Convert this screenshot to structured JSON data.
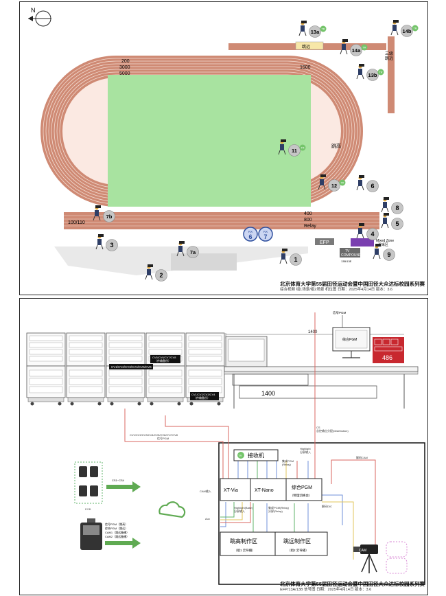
{
  "top": {
    "north": "N",
    "track_labels": {
      "d200": "200",
      "d3000": "3000",
      "d5000": "5000",
      "d1500": "1500",
      "d400": "400",
      "d800": "800",
      "relay": "Relay",
      "hurdles": "100/110",
      "high_jump": "跳高",
      "long_jump_a": "跳远",
      "triple_jump": "三级\n跳远",
      "mixed_zone": "Mixed Zone\n混采区",
      "efp": "EFP",
      "tv_compound": "TV\nCOMPOUND",
      "tv_sub": "13B/13E"
    },
    "positions": [
      {
        "id": "p13a",
        "label": "13a",
        "tag": "TR"
      },
      {
        "id": "p14a",
        "label": "14a",
        "tag": "TR"
      },
      {
        "id": "p14b",
        "label": "14b",
        "tag": "TR"
      },
      {
        "id": "p13b",
        "label": "13b",
        "tag": "TR"
      },
      {
        "id": "p11",
        "label": "11",
        "tag": "TR"
      },
      {
        "id": "p12",
        "label": "12",
        "tag": "TR"
      },
      {
        "id": "p6",
        "label": "6",
        "tag": ""
      },
      {
        "id": "p8",
        "label": "8",
        "tag": ""
      },
      {
        "id": "p5",
        "label": "5",
        "tag": ""
      },
      {
        "id": "p4",
        "label": "4",
        "tag": ""
      },
      {
        "id": "p7b",
        "label": "7b",
        "tag": ""
      },
      {
        "id": "p3",
        "label": "3",
        "tag": ""
      },
      {
        "id": "p7a",
        "label": "7a",
        "tag": ""
      },
      {
        "id": "p2",
        "label": "2",
        "tag": ""
      },
      {
        "id": "p1",
        "label": "1",
        "tag": ""
      },
      {
        "id": "p9",
        "label": "9",
        "tag": ""
      }
    ],
    "rx": [
      {
        "id": "rx6",
        "top": "RX",
        "num": "6"
      },
      {
        "id": "rx7",
        "top": "RX",
        "num": "7"
      }
    ],
    "title": "北京体育大学第55届田径运动会暨中国田径大众达标校园系列赛",
    "subtitle": "综合视频 组1场景/组2场景 机位图   日期：2025年4月14日   版本：3.6"
  },
  "bottom": {
    "rack_labels": {
      "cam_ccu": "CV1/CV2/CV3/CV4/CV5/CV6",
      "rack_mid": "CV5/CV6/CV7/CV8\n（传输备份）",
      "rack_bot": "CV1/CV2/CV3/CV4\n（传输备份）"
    },
    "desk_width": "1400",
    "desk_top_width": "1400",
    "right_width": "486",
    "monitor_label": "综合PGM",
    "monitor_top_label": "信号PGM",
    "lines": {
      "sig_pgm": "信号PGM",
      "cams": "CV1/CV2/CV3/CV4/CV5/CV6/CV7/CV8",
      "dist": "CS\n总控输出分配(Distribution)",
      "ret_cam": "解码CAM",
      "highlight": "Highlight\n分屏输入",
      "multi_pgm": "集成PGM\n(Relay)",
      "ret_hd": "解码DIC",
      "highlight_base": "Highlight(Base)\n分屏输入",
      "multi_relay": "集成PGM(Relay)\n分屏(Relay)",
      "cam_in": "CAM输入",
      "aux": "Aux"
    },
    "nodes": {
      "receiver": "接收机",
      "receiver_tag": "TR",
      "xtvia": "XT-Via",
      "xtnano": "XT-Nano",
      "pgm": "综合PGM",
      "pgm_sub": "（物理切换台）",
      "hj_zone": "跳高制作区",
      "hj_sub": "（组1 云导播）",
      "lj_zone": "跳远制作区",
      "lj_sub": "（组2 云导播）",
      "cam": "CAM"
    },
    "devices": {
      "pack_label": "CS1~CS4",
      "pack_sub": "EGB",
      "encoder_lines": "信号PGM（跳高）\n综合PGM（跳远）\nCAM1（跳远备播）\nCAM2（跳远备播）"
    },
    "title": "北京体育大学第55届田径运动会暨中国田径大众达标校园系列赛",
    "subtitle": "EFP/13A/13B 信号图   日期：2025年4月14日   版本：3.6"
  },
  "colors": {
    "track": "#cf8a74",
    "track_line": "#f3ddd3",
    "field": "#a8e3a0",
    "circle": "#c6c6c6",
    "tr_badge": "#74c46a",
    "rx": "#2e4f9e",
    "rx_fill": "#ccd6f2",
    "signal_red": "#d9665f",
    "signal_blue": "#6f8fd8",
    "signal_green": "#5fb36a",
    "signal_yellow": "#e2c55b",
    "arrow_green": "#5faa52"
  }
}
